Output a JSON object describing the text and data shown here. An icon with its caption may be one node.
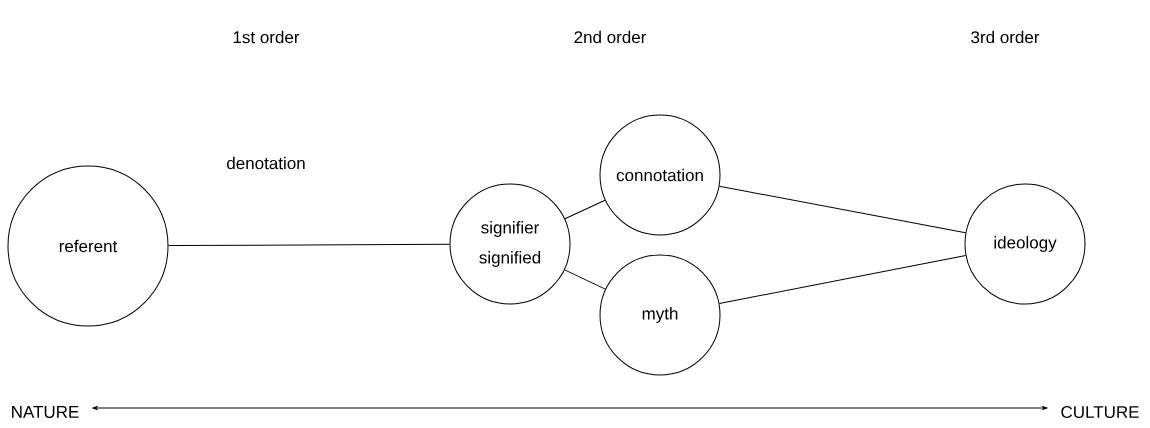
{
  "diagram": {
    "nodes": [
      {
        "text": [
          "referent"
        ]
      },
      {
        "text": [
          "signifier",
          "signified"
        ]
      },
      {
        "text": [
          "connotation"
        ]
      },
      {
        "text": [
          "myth"
        ]
      },
      {
        "text": [
          "ideology"
        ]
      },
      {
        "text": [
          "NATURE"
        ]
      },
      {
        "text": [
          "CULTURE"
        ]
      }
    ],
    "edges": [
      {
        "from": 0,
        "to": 1,
        "arrow": "none",
        "label": "denotation"
      },
      {
        "from": 1,
        "to": 2,
        "arrow": "none"
      },
      {
        "from": 1,
        "to": 3,
        "arrow": "none"
      },
      {
        "from": 2,
        "to": 4,
        "arrow": "none"
      },
      {
        "from": 3,
        "to": 4,
        "arrow": "none"
      },
      {
        "from": 5,
        "to": 6,
        "arrow": "both"
      }
    ],
    "labels": [
      "1st order",
      "2nd order",
      "3rd order"
    ]
  }
}
